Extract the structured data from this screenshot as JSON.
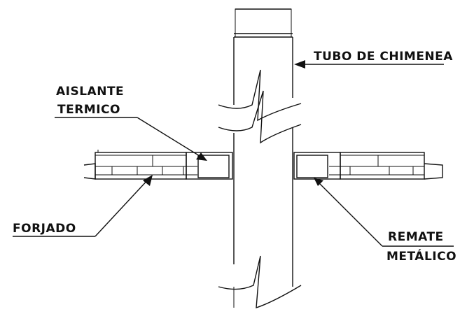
{
  "diagram": {
    "labels": {
      "tubo": "TUBO DE CHIMENEA",
      "aislante_line1": "AISLANTE",
      "aislante_line2": "TERMICO",
      "forjado": "FORJADO",
      "remate_line1": "REMATE",
      "remate_line2": "METÁLICO"
    },
    "colors": {
      "ink": "#111111",
      "background": "#ffffff"
    }
  }
}
